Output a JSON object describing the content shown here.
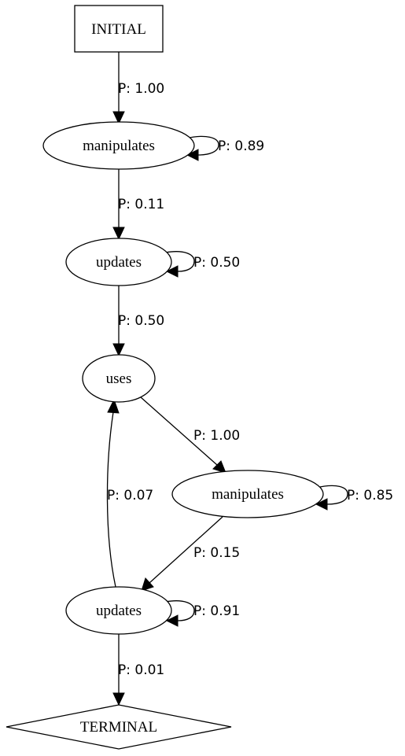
{
  "diagram": {
    "nodes": {
      "initial": "INITIAL",
      "manipulates_1": "manipulates",
      "updates_1": "updates",
      "uses": "uses",
      "manipulates_2": "manipulates",
      "updates_2": "updates",
      "terminal": "TERMINAL"
    },
    "edges": {
      "initial_to_manipulates_1": "P: 1.00",
      "manipulates_1_self": "P: 0.89",
      "manipulates_1_to_updates_1": "P: 0.11",
      "updates_1_self": "P: 0.50",
      "updates_1_to_uses": "P: 0.50",
      "uses_to_manipulates_2": "P: 1.00",
      "manipulates_2_self": "P: 0.85",
      "manipulates_2_to_updates_2": "P: 0.15",
      "updates_2_to_uses": "P: 0.07",
      "updates_2_self": "P: 0.91",
      "updates_2_to_terminal": "P: 0.01"
    }
  }
}
